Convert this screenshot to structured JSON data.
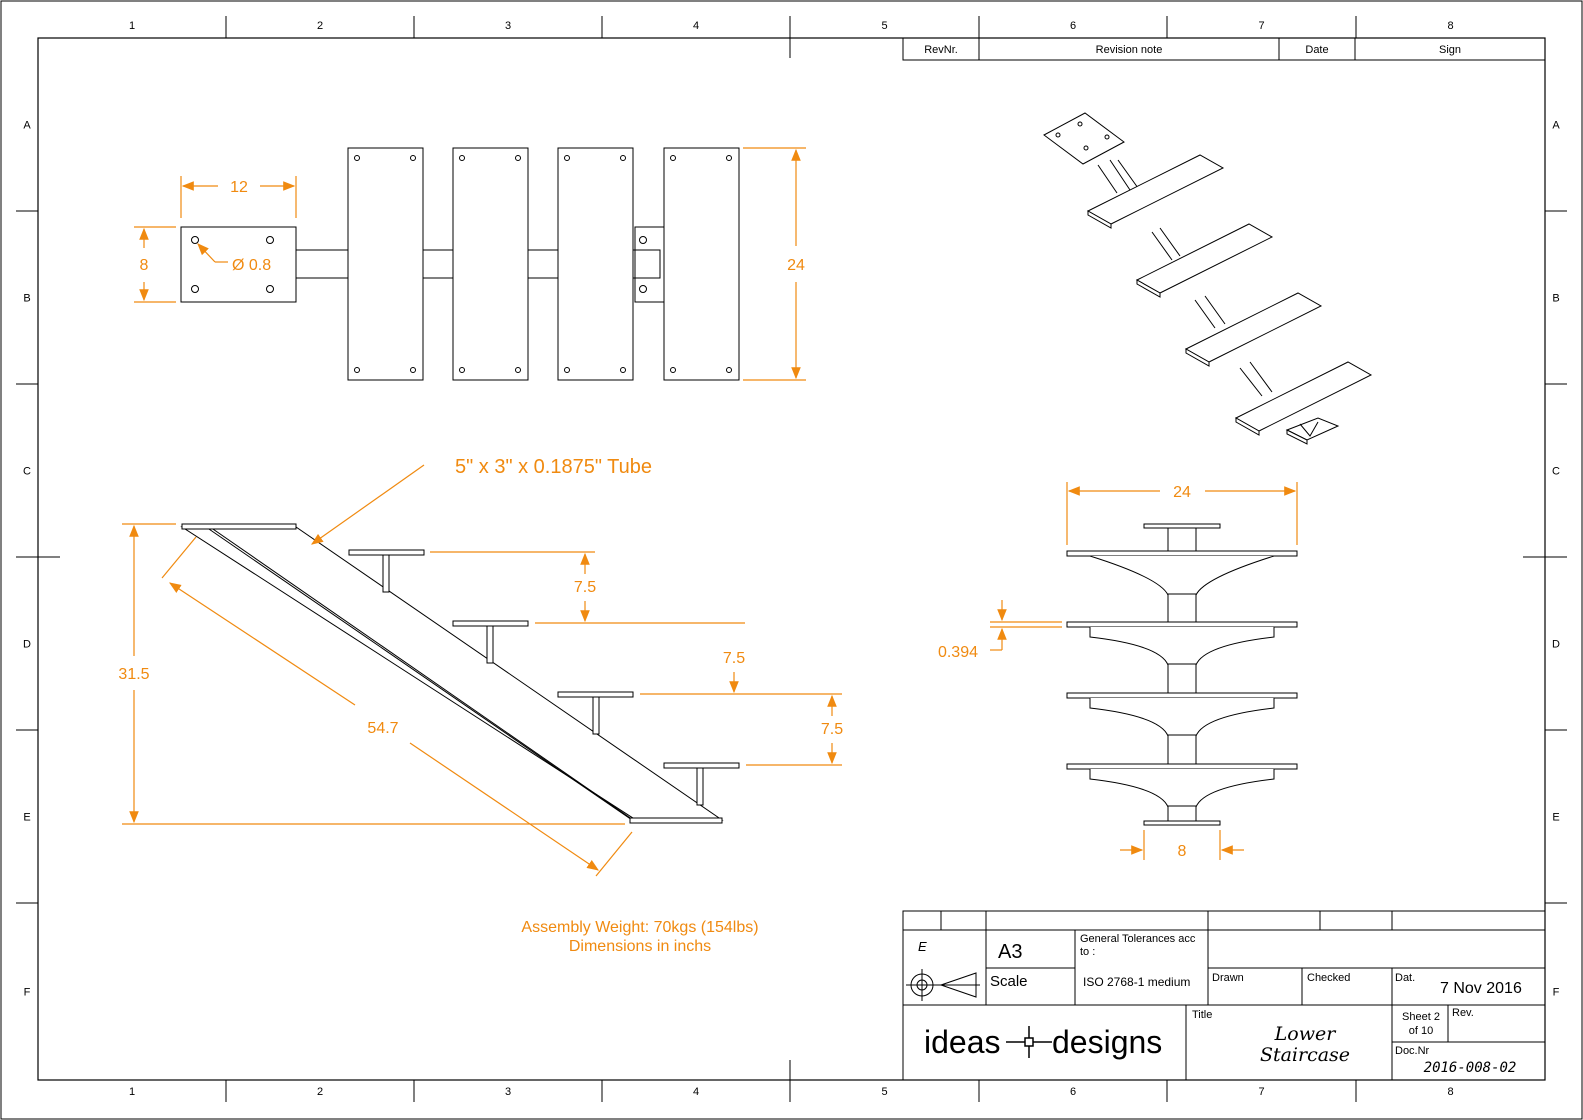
{
  "frame": {
    "cols": [
      "1",
      "2",
      "3",
      "4",
      "5",
      "6",
      "7",
      "8"
    ],
    "rows": [
      "A",
      "B",
      "C",
      "D",
      "E",
      "F"
    ]
  },
  "revision_table": {
    "headers": [
      "RevNr.",
      "Revision note",
      "Date",
      "Sign"
    ]
  },
  "plan_view": {
    "dim_plate_width": "12",
    "dim_plate_height": "8",
    "dim_hole": "Ø 0.8",
    "dim_tread_length": "24"
  },
  "side_view": {
    "tube_label": "5\" x 3\" x 0.1875\" Tube",
    "dim_total_height": "31.5",
    "dim_stringer_length": "54.7",
    "dim_rise_1": "7.5",
    "dim_rise_2": "7.5",
    "dim_rise_3": "7.5"
  },
  "front_view": {
    "dim_width": "24",
    "dim_thickness": "0.394",
    "dim_base": "8"
  },
  "notes": {
    "weight": "Assembly Weight: 70kgs (154lbs)",
    "units": "Dimensions in inchs"
  },
  "title_block": {
    "projection_letter": "E",
    "paper_size": "A3",
    "scale_label": "Scale",
    "tolerance_label": "General Tolerances acc to :",
    "tolerance_value": "ISO 2768-1 medium",
    "drawn_label": "Drawn",
    "checked_label": "Checked",
    "date_label": "Dat.",
    "date_value": "7 Nov 2016",
    "title_label": "Title",
    "title_line1": "Lower",
    "title_line2": "Staircase",
    "sheet_line1": "Sheet 2",
    "sheet_line2": "of 10",
    "rev_label": "Rev.",
    "docnr_label": "Doc.Nr",
    "docnr_value": "2016-008-02",
    "logo_left": "ideas",
    "logo_right": "designs"
  },
  "colors": {
    "dimension": "#f08a10",
    "line": "#000000"
  }
}
